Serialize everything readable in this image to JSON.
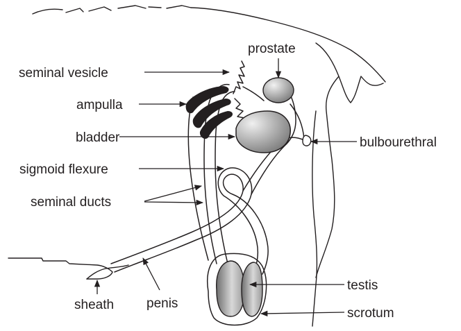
{
  "labels": {
    "prostate": "prostate",
    "seminal_vesicle": "seminal vesicle",
    "ampulla": "ampulla",
    "bladder": "bladder",
    "bulbourethral": "bulbourethral",
    "sigmoid_flexure": "sigmoid flexure",
    "seminal_ducts": "seminal ducts",
    "testis": "testis",
    "scrotum": "scrotum",
    "sheath": "sheath",
    "penis": "penis"
  },
  "colors": {
    "ink": "#231f20",
    "ampulla_fill": "#231f20",
    "organ_gray": "#8a8a8a",
    "organ_highlight": "#e6e6e6"
  }
}
